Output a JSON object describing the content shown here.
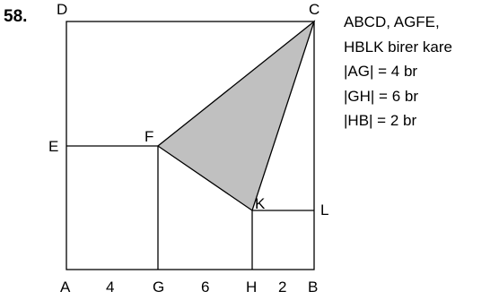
{
  "question_number": "58.",
  "points": {
    "A": "A",
    "B": "B",
    "C": "C",
    "D": "D",
    "E": "E",
    "F": "F",
    "G": "G",
    "H": "H",
    "K": "K",
    "L": "L"
  },
  "segment_labels": {
    "AG": "4",
    "GH": "6",
    "HB": "2"
  },
  "given": [
    "ABCD, AGFE,",
    "HBLK birer kare",
    "|AG| = 4 br",
    "|GH| = 6 br",
    "|HB| = 2 br"
  ],
  "colors": {
    "shaded": "#c0c0c0",
    "stroke": "#000000"
  }
}
